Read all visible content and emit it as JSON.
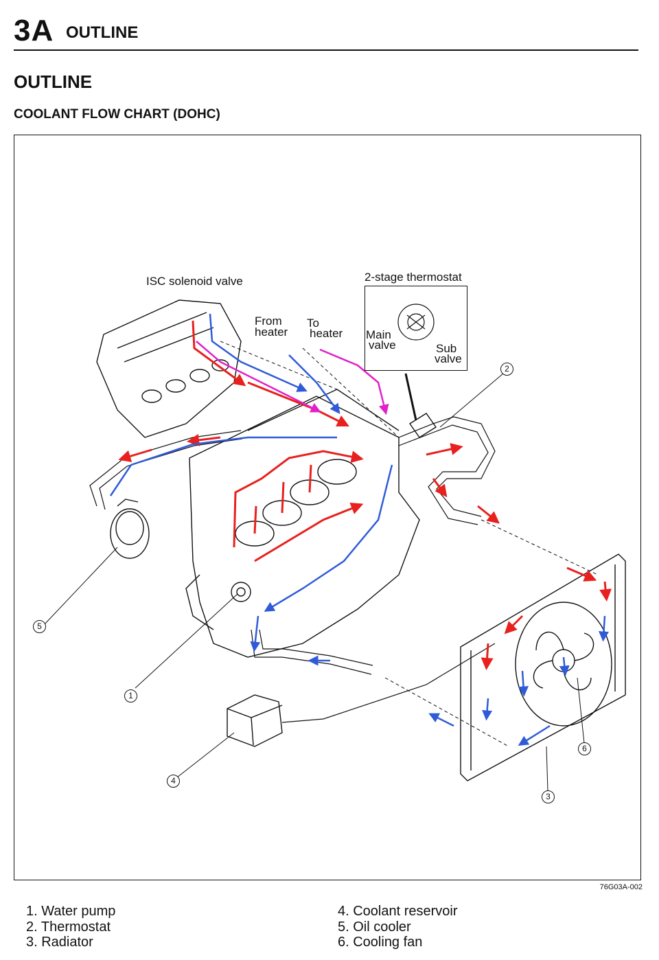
{
  "header": {
    "section_number": "3A",
    "section_title": "OUTLINE"
  },
  "page_heading": "OUTLINE",
  "sub_heading": "COOLANT FLOW CHART (DOHC)",
  "diagram": {
    "labels": {
      "isc_valve": "ISC solenoid valve",
      "from_heater_1": "From",
      "from_heater_2": "heater",
      "to_heater_1": "To",
      "to_heater_2": "heater",
      "thermostat_title": "2-stage thermostat",
      "main_valve_1": "Main",
      "main_valve_2": "valve",
      "sub_valve_1": "Sub",
      "sub_valve_2": "valve"
    },
    "callouts": {
      "c1": "1",
      "c2": "2",
      "c3": "3",
      "c4": "4",
      "c5": "5",
      "c6": "6"
    },
    "colors": {
      "hot_flow": "#e8201e",
      "cool_flow": "#2f5bd8",
      "heater_flow": "#e020c8",
      "line": "#111111"
    }
  },
  "figure_code": "76G03A-002",
  "legend": {
    "left": [
      "1. Water pump",
      "2. Thermostat",
      "3. Radiator"
    ],
    "right": [
      "4. Coolant reservoir",
      "5. Oil cooler",
      "6. Cooling fan"
    ]
  }
}
